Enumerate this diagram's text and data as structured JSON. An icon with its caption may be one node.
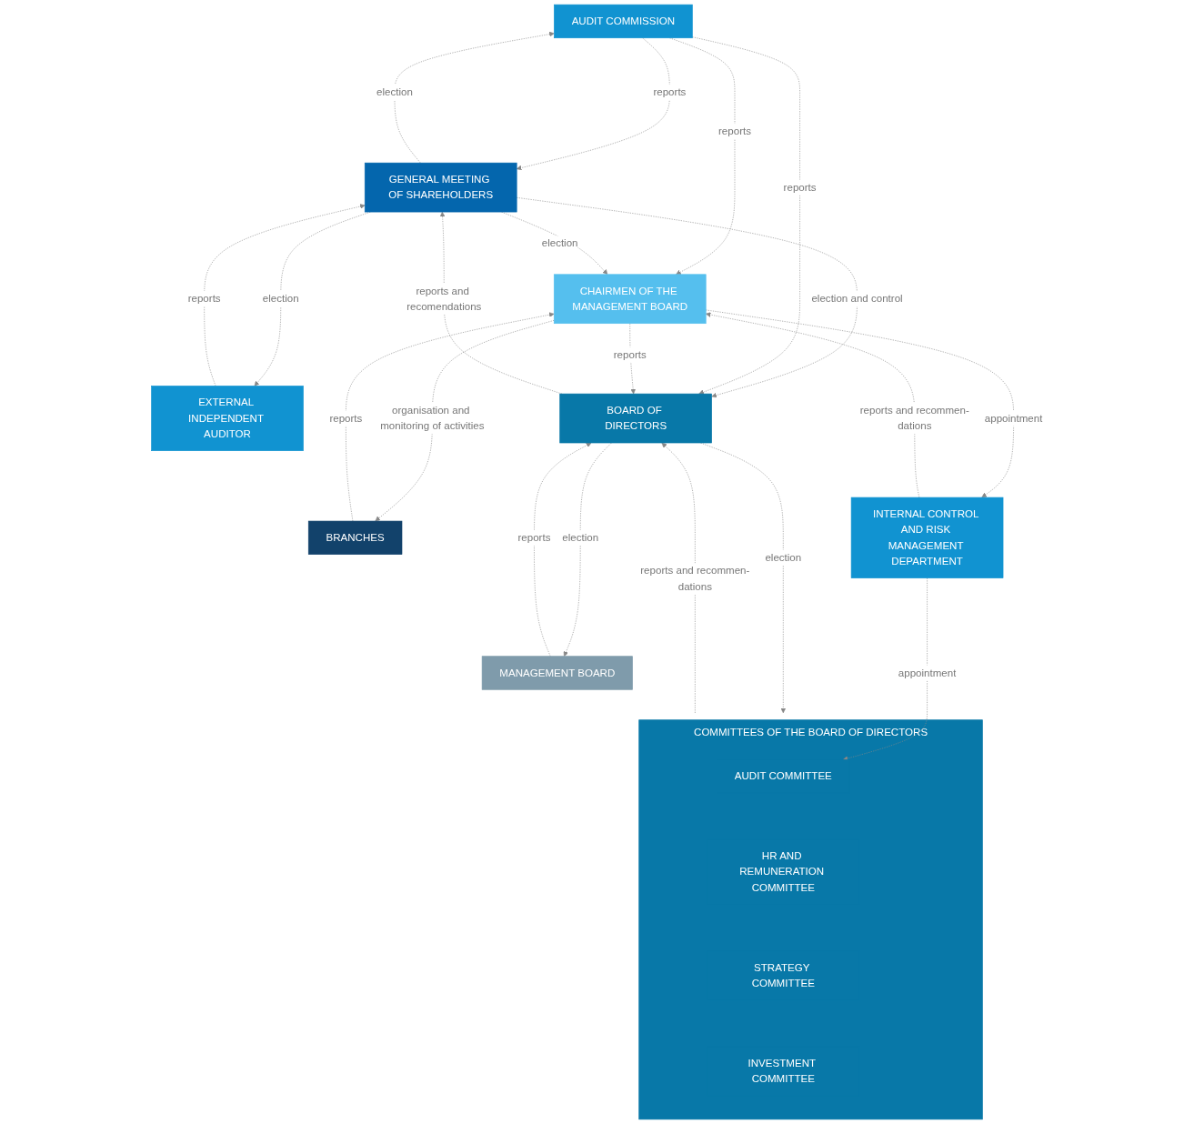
{
  "diagram": {
    "nodes": [
      {
        "text": [
          "AUDIT COMMISSION"
        ]
      },
      {
        "text": [
          "GENERAL MEETING OF SHAREHOLDERS"
        ]
      },
      {
        "text": [
          "EXTERNAL INDEPENDENT AUDITOR"
        ]
      },
      {
        "text": [
          "COMMITTEES OF THE BOARD OF DIRECTORS"
        ]
      },
      {
        "text": [
          "AUDIT COMMITTEE"
        ],
        "in": 3
      },
      {
        "text": [
          "HR AND REMUNERATION COMMITTEE"
        ],
        "in": 3
      },
      {
        "text": [
          "STRATEGY COMMITTEE"
        ],
        "in": 3
      },
      {
        "text": [
          "INVESTMENT COMMITTEE"
        ],
        "in": 3
      },
      {
        "text": [
          "BOARD OF DIRECTORS"
        ]
      },
      {
        "text": [
          "BRANCHES"
        ]
      },
      {
        "text": [
          "CHAIRMEN OF THE MANAGEMENT BOARD"
        ]
      },
      {
        "text": [
          "MANAGEMENT BOARD"
        ]
      },
      {
        "text": [
          "INTERNAL CONTROL AND RISK MANAGEMENT DEPARTMENT"
        ]
      }
    ],
    "edges": [
      {
        "from": 1,
        "to": 0,
        "arrow": "to",
        "label": "election",
        "style": "dashed"
      },
      {
        "from": 0,
        "to": 1,
        "arrow": "to",
        "label": "reports",
        "style": "dashed"
      },
      {
        "from": 1,
        "to": 2,
        "arrow": "to",
        "label": "election",
        "style": "dashed"
      },
      {
        "from": 2,
        "to": 1,
        "arrow": "to",
        "label": "reports",
        "style": "dashed"
      },
      {
        "from": 1,
        "to": 8,
        "arrow": "to",
        "label": "election and control",
        "style": "dashed"
      },
      {
        "from": 8,
        "to": 1,
        "arrow": "to",
        "label": "reports and recomendations",
        "style": "dashed"
      },
      {
        "from": 8,
        "to": 3,
        "arrow": "to",
        "label": "election",
        "style": "dashed"
      },
      {
        "from": 3,
        "to": 8,
        "arrow": "to",
        "label": "reports and recommen-dations",
        "style": "dashed"
      },
      {
        "from": 0,
        "to": 8,
        "arrow": "to",
        "label": "reports",
        "style": "dashed"
      },
      {
        "from": 0,
        "to": 10,
        "arrow": "to",
        "label": "reports",
        "style": "dashed"
      },
      {
        "from": 1,
        "to": 10,
        "arrow": "to",
        "label": "election",
        "style": "dashed"
      },
      {
        "from": 8,
        "to": 11,
        "arrow": "to",
        "label": "election",
        "style": "dashed"
      },
      {
        "from": 10,
        "to": 8,
        "arrow": "to",
        "label": "reports",
        "style": "dashed"
      },
      {
        "from": 9,
        "to": 10,
        "arrow": "to",
        "label": "reports",
        "style": "dashed"
      },
      {
        "from": 10,
        "to": 9,
        "arrow": "to",
        "label": "organisation and monitoring of activities",
        "style": "dashed"
      },
      {
        "from": 12,
        "to": 10,
        "arrow": "to",
        "label": "reports and recommen-dations",
        "style": "dashed"
      },
      {
        "from": 10,
        "to": 12,
        "arrow": "to",
        "label": "appointment",
        "style": "dashed"
      },
      {
        "from": 11,
        "to": 8,
        "arrow": "to",
        "label": "reports",
        "style": "dashed"
      },
      {
        "from": 12,
        "to": 4,
        "arrow": "to",
        "label": "appointment",
        "style": "dashed"
      }
    ]
  }
}
